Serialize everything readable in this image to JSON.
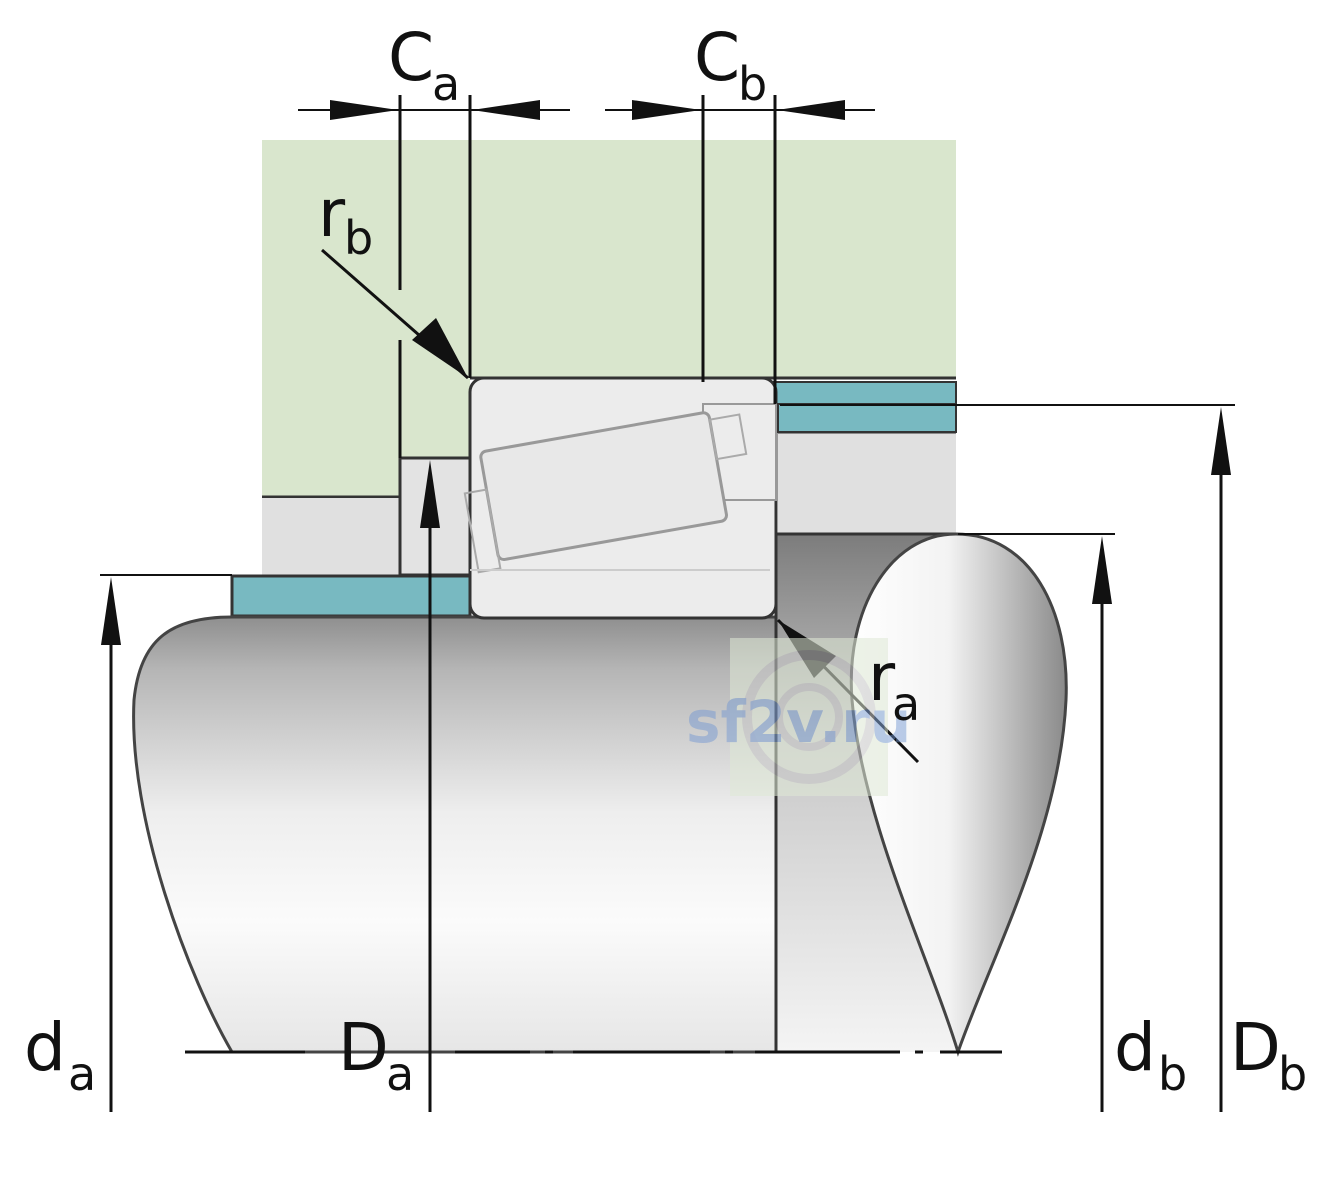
{
  "labels": {
    "Ca": {
      "main": "C",
      "sub": "a"
    },
    "Cb": {
      "main": "C",
      "sub": "b"
    },
    "rb": {
      "main": "r",
      "sub": "b"
    },
    "ra": {
      "main": "r",
      "sub": "a"
    },
    "da": {
      "main": "d",
      "sub": "a"
    },
    "Da": {
      "main": "D",
      "sub": "a"
    },
    "db": {
      "main": "d",
      "sub": "b"
    },
    "Db": {
      "main": "D",
      "sub": "b"
    }
  },
  "watermark": "sf2v.ru",
  "colors": {
    "housing": "#d9e6cd",
    "spacer": "#78b9c1",
    "bearing": "#ececec",
    "shaft": "#e0e0e0",
    "line": "#333333"
  }
}
